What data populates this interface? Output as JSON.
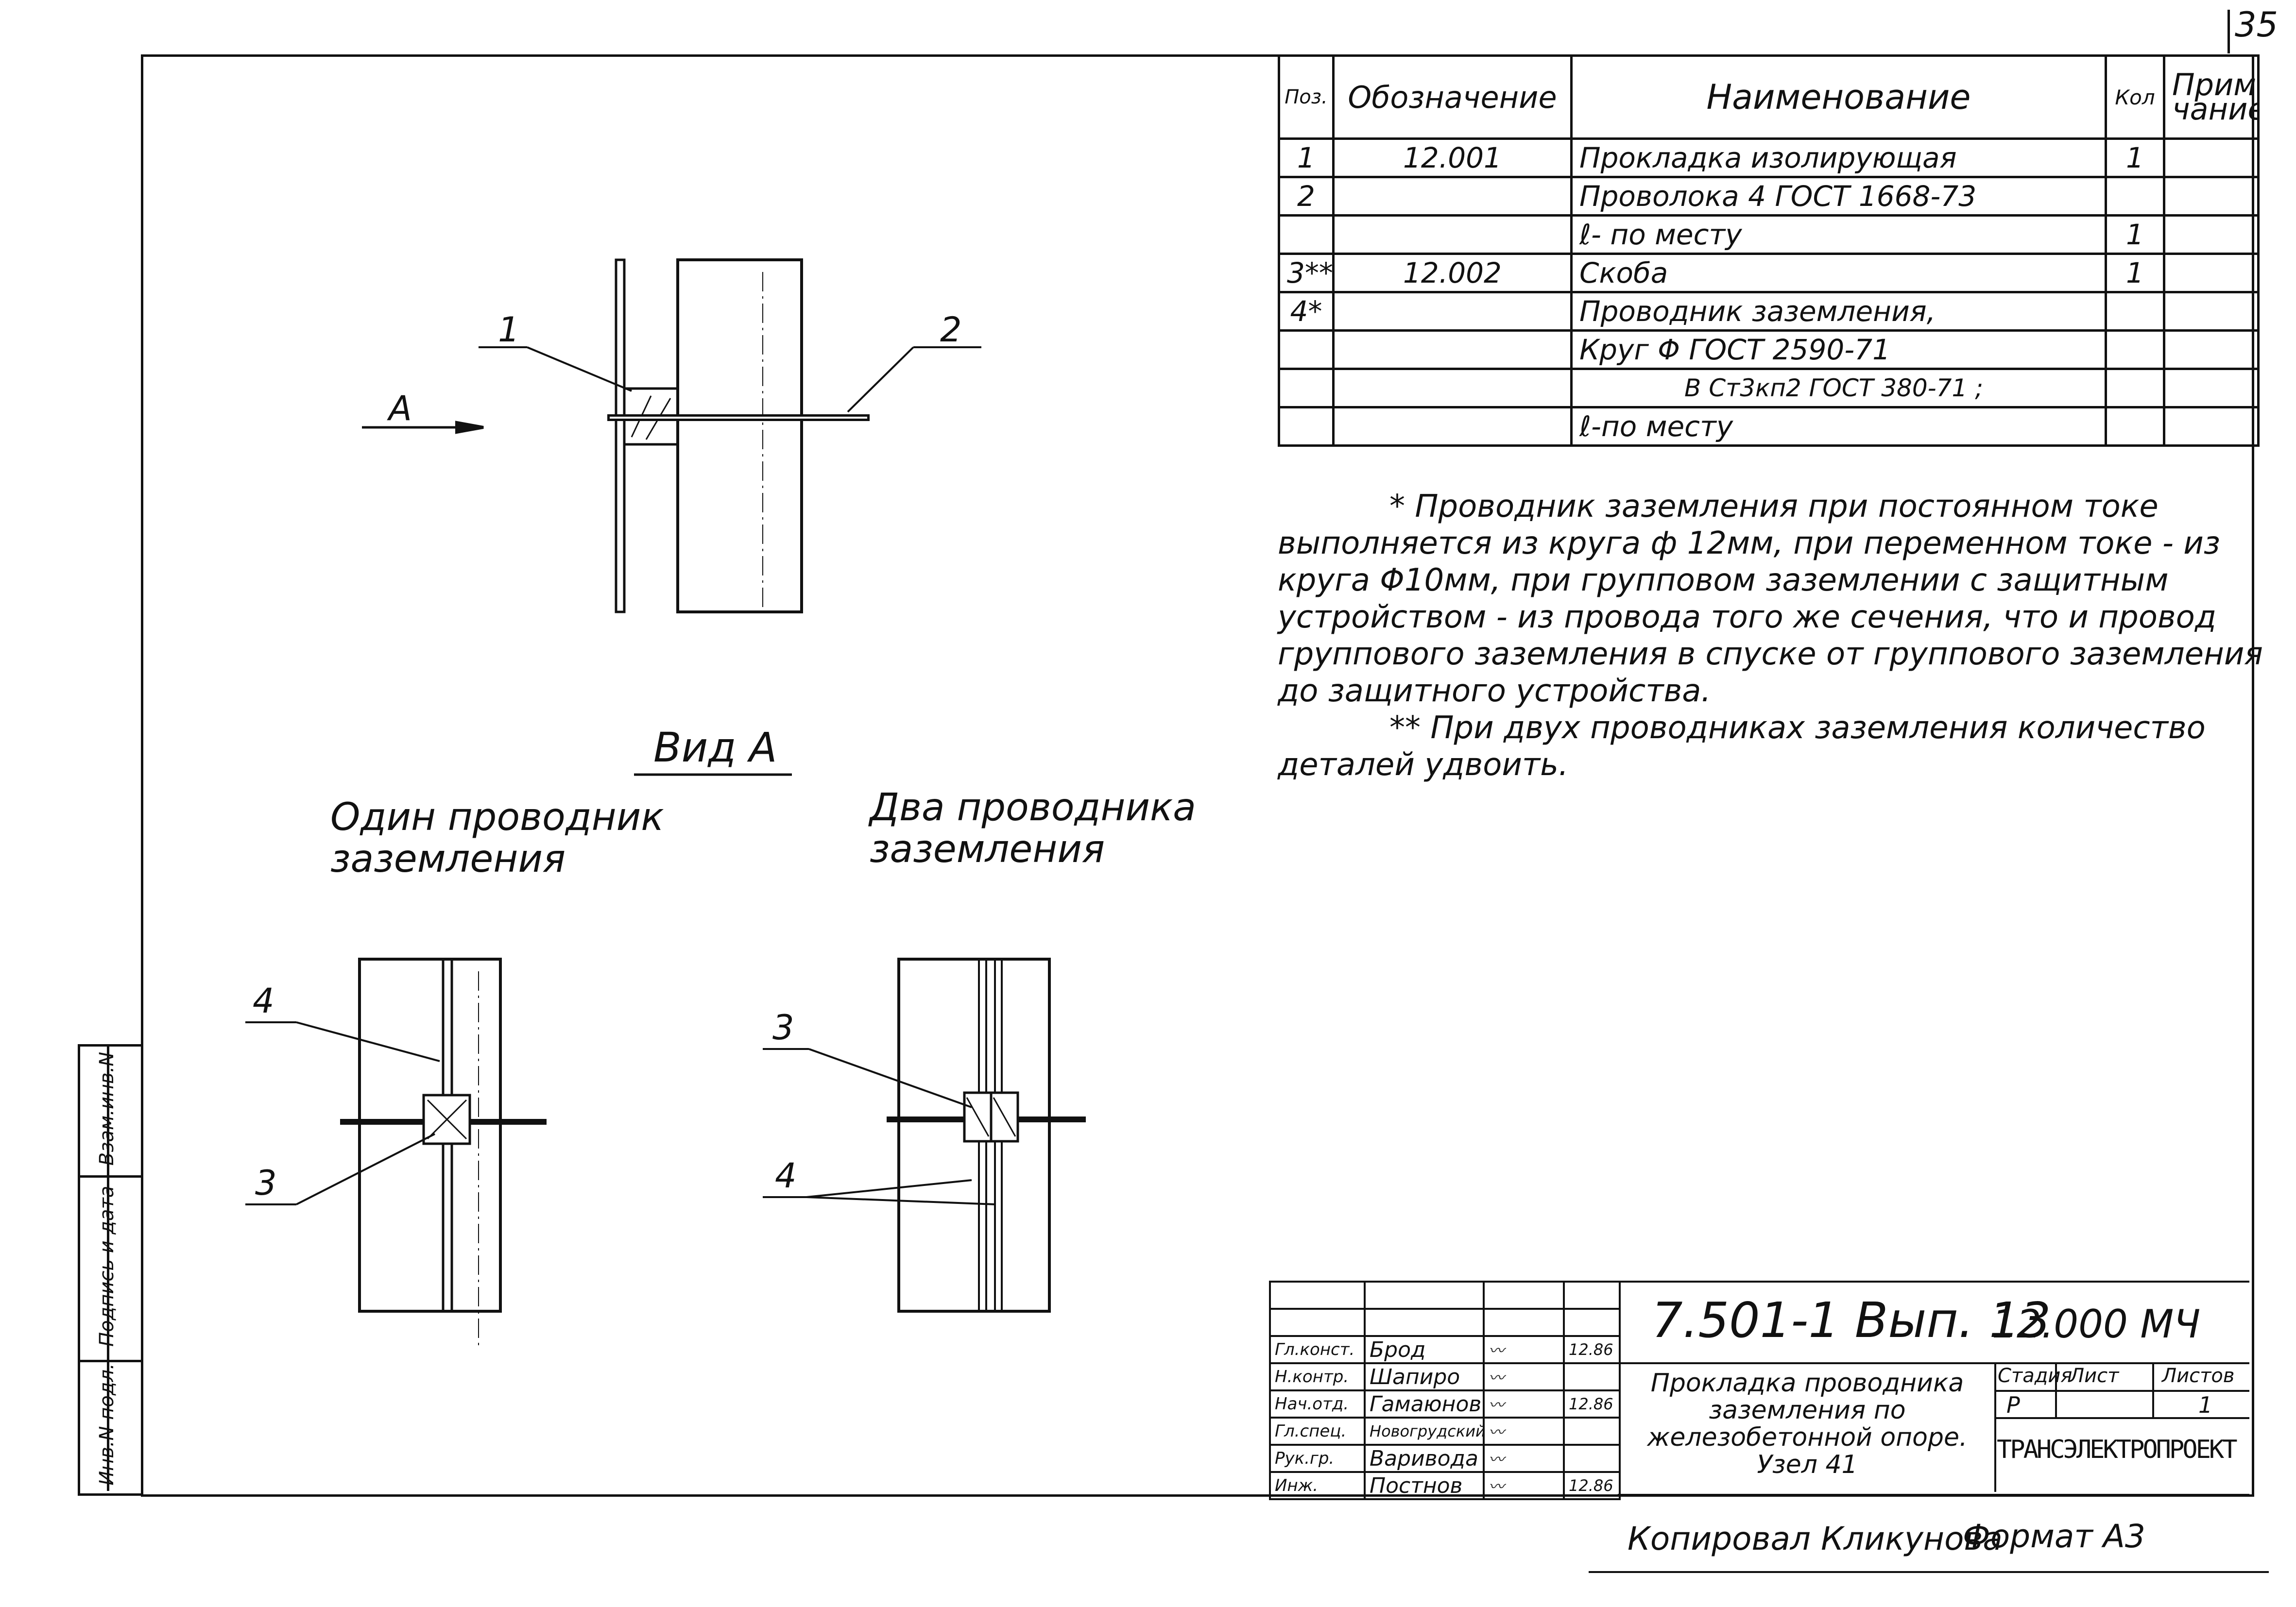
{
  "sheet_number": "35",
  "spec_table": {
    "headers": {
      "pos": "Поз.",
      "designation": "Обозначение",
      "name": "Наименование",
      "qty": "Кол",
      "note": "Приме-\nчание"
    },
    "rows": [
      {
        "pos": "1",
        "designation": "12.001",
        "name": "Прокладка изолирующая",
        "qty": "1",
        "note": ""
      },
      {
        "pos": "2",
        "designation": "",
        "name": "Проволока 4 ГОСТ 1668-73",
        "qty": "",
        "note": ""
      },
      {
        "pos": "",
        "designation": "",
        "name": "ℓ- по месту",
        "qty": "1",
        "note": ""
      },
      {
        "pos": "3**",
        "designation": "12.002",
        "name": "Скоба",
        "qty": "1",
        "note": ""
      },
      {
        "pos": "4*",
        "designation": "",
        "name": "Проводник заземления,",
        "qty": "",
        "note": ""
      },
      {
        "pos": "",
        "designation": "",
        "name": "Круг Φ ГОСТ 2590-71",
        "qty": "",
        "note": ""
      },
      {
        "pos": "",
        "designation": "",
        "name": "В Ст3кп2 ГОСТ 380-71 ;",
        "qty": "",
        "note": ""
      },
      {
        "pos": "",
        "designation": "",
        "name": "ℓ-по месту",
        "qty": "",
        "note": ""
      }
    ]
  },
  "notes": {
    "note1": "* Проводник заземления при постоянном токе выполняется из круга ф 12мм, при переменном токе - из круга Φ10мм, при групповом заземлении с защитным устройством - из провода того же сечения, что и провод группового заземления в спуске от группового заземления до защитного устройства.",
    "note2": "** При двух проводниках заземления количество деталей удвоить."
  },
  "drawing": {
    "arrow_label": "А",
    "callouts": {
      "top_1": "1",
      "top_2": "2",
      "left_4": "4",
      "left_3": "3",
      "right_3": "3",
      "right_4": "4"
    },
    "view_title": "Вид А",
    "caption_one": "Один проводник\nзаземления",
    "caption_two": "Два проводника\nзаземления"
  },
  "title_block": {
    "doc_code": "7.501-1 Вып. 13",
    "doc_mark": "12.000 МЧ",
    "title": "Прокладка проводника заземления по железобетонной опоре.\nУзел 41",
    "stage_header": "Стадия",
    "sheet_header": "Лист",
    "sheets_header": "Листов",
    "stage": "Р",
    "sheet": "",
    "sheets": "1",
    "organization": "ТРАНСЭЛЕКТРОПРОЕКТ",
    "staff": [
      {
        "role": "Гл.конст.",
        "name": "Брод",
        "date": "12.86"
      },
      {
        "role": "Н.контр.",
        "name": "Шапиро",
        "date": ""
      },
      {
        "role": "Нач.отд.",
        "name": "Гамаюнов",
        "date": "12.86"
      },
      {
        "role": "Гл.спец.",
        "name": "Новогрудский",
        "date": ""
      },
      {
        "role": "Рук.гр.",
        "name": "Варивода",
        "date": ""
      },
      {
        "role": "Инж.",
        "name": "Постнов",
        "date": "12.86"
      }
    ]
  },
  "side_stamp": {
    "inv_orig": "Инв.N подл.",
    "sign_date": "Подпись и дата",
    "replace_inv": "Взам.инв.N"
  },
  "footer": {
    "copied": "Копировал Кликунова",
    "format": "Формат А3"
  }
}
